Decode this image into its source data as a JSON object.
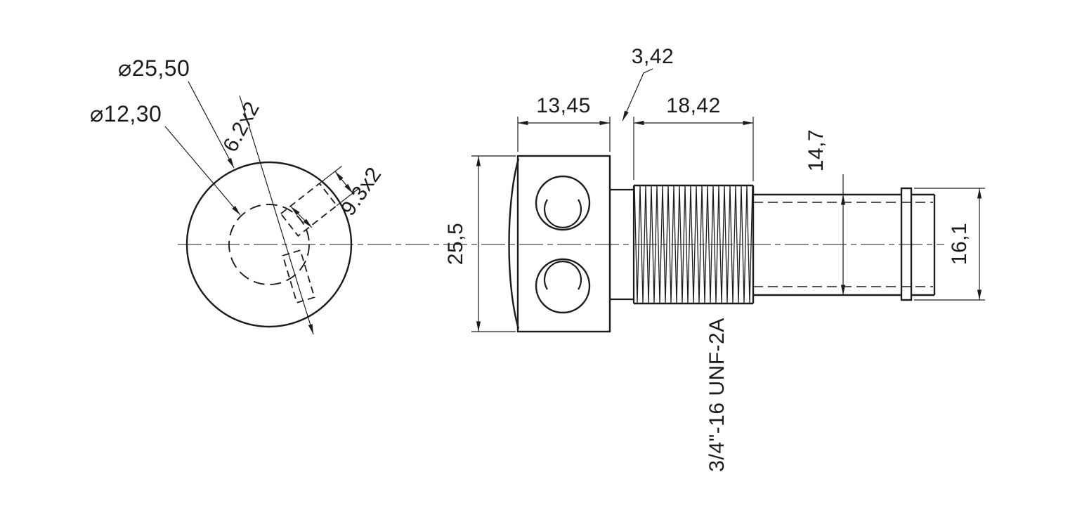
{
  "front": {
    "dia_outer": "⌀25,50",
    "dia_inner": "⌀12,30",
    "slot_small": "6.2x2",
    "slot_large": "9.3x2"
  },
  "side": {
    "body_width": "13,45",
    "groove_width": "3,42",
    "thread_length": "18,42",
    "body_diameter": "25,5",
    "shaft_diameter": "14,7",
    "end_diameter": "16,1",
    "thread_spec": "3/4\"-16 UNF-2A"
  },
  "colors": {
    "line": "#1c1c1c",
    "background": "#ffffff"
  }
}
